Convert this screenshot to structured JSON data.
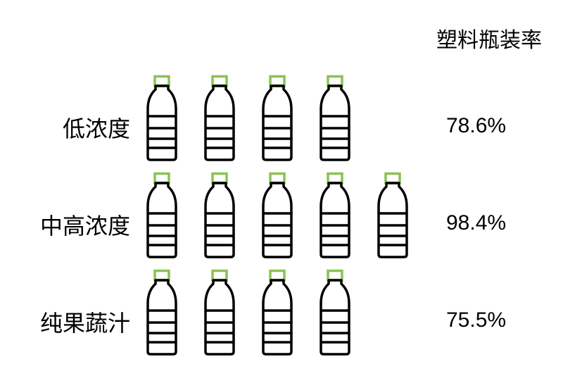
{
  "chart_data": {
    "type": "pictogram",
    "title": "塑料瓶装率",
    "unit_per_icon": 20,
    "icon": "bottle-icon",
    "categories": [
      "低浓度",
      "中高浓度",
      "纯果蔬汁"
    ],
    "values": [
      78.6,
      98.4,
      75.5
    ],
    "value_labels": [
      "78.6%",
      "98.4%",
      "75.5%"
    ],
    "colors": {
      "outline": "#000000",
      "cap": "#8cc152"
    }
  }
}
